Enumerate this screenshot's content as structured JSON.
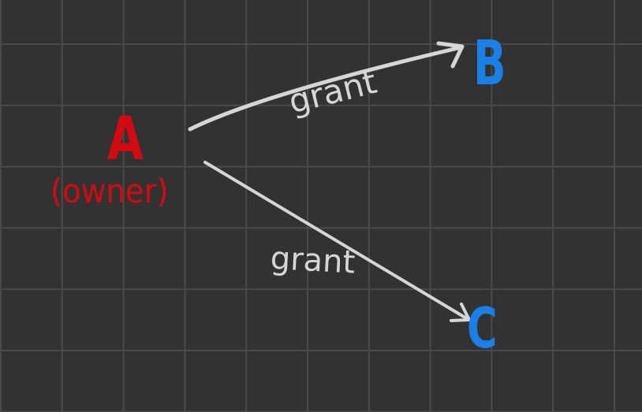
{
  "colors": {
    "background": "#323232",
    "grid": "#4a4a4a",
    "owner": "#d40a12",
    "grantee": "#1a7fe6",
    "arrow": "#d6d6d6"
  },
  "nodes": {
    "a": {
      "label": "A",
      "sublabel": "(owner)"
    },
    "b": {
      "label": "B"
    },
    "c": {
      "label": "C"
    }
  },
  "edges": [
    {
      "from": "A",
      "to": "B",
      "label": "grant"
    },
    {
      "from": "A",
      "to": "C",
      "label": "grant"
    }
  ]
}
